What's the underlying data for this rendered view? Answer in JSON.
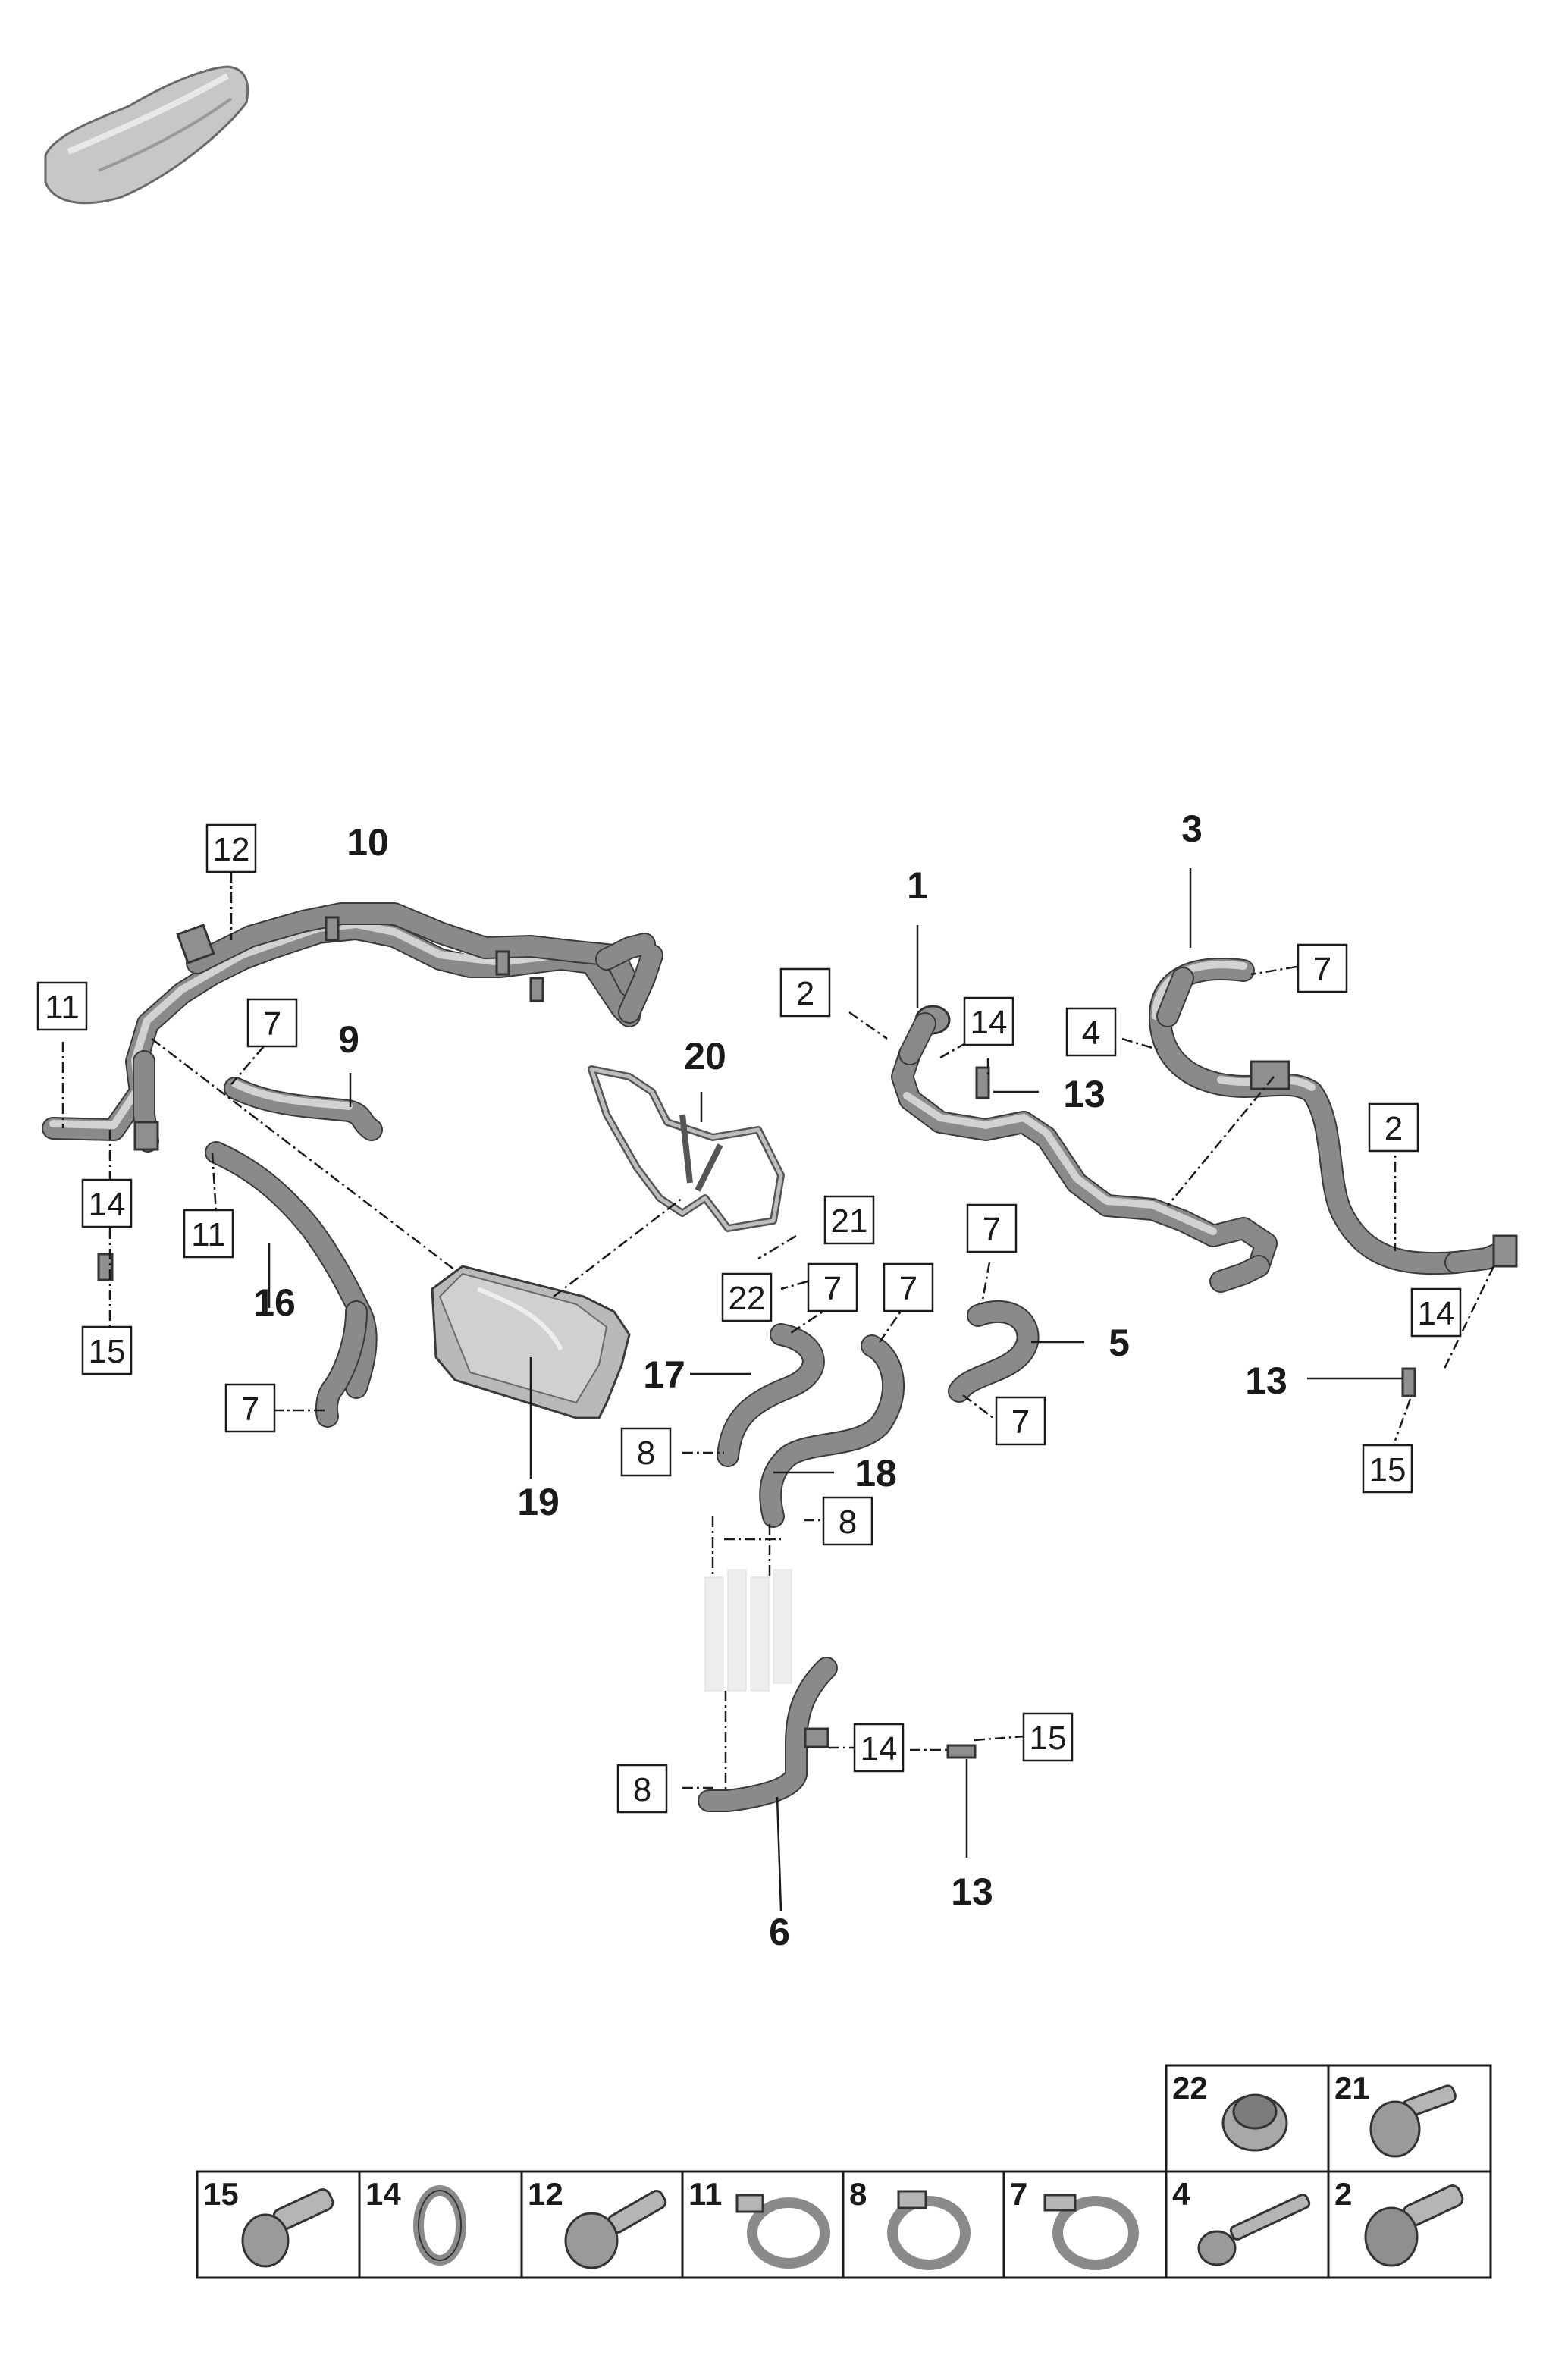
{
  "callouts": {
    "p1": "1",
    "p3": "3",
    "p5": "5",
    "p6": "6",
    "p9": "9",
    "p10": "10",
    "p13a": "13",
    "p13b": "13",
    "p13c": "13",
    "p16": "16",
    "p17": "17",
    "p18": "18",
    "p19": "19",
    "p20": "20"
  },
  "boxes": {
    "b12": "12",
    "b11a": "11",
    "b11b": "11",
    "b7a": "7",
    "b7b": "7",
    "b7c": "7",
    "b7d": "7",
    "b7e": "7",
    "b7f": "7",
    "b7g": "7",
    "b14a": "14",
    "b14b": "14",
    "b14c": "14",
    "b14d": "14",
    "b15a": "15",
    "b15b": "15",
    "b15c": "15",
    "b2a": "2",
    "b2b": "2",
    "b4": "4",
    "b8a": "8",
    "b8b": "8",
    "b8c": "8",
    "b21": "21",
    "b22": "22"
  },
  "parts_table": {
    "top_row": [
      "22",
      "21"
    ],
    "bottom_row": [
      "15",
      "14",
      "12",
      "11",
      "8",
      "7",
      "4",
      "2"
    ]
  }
}
